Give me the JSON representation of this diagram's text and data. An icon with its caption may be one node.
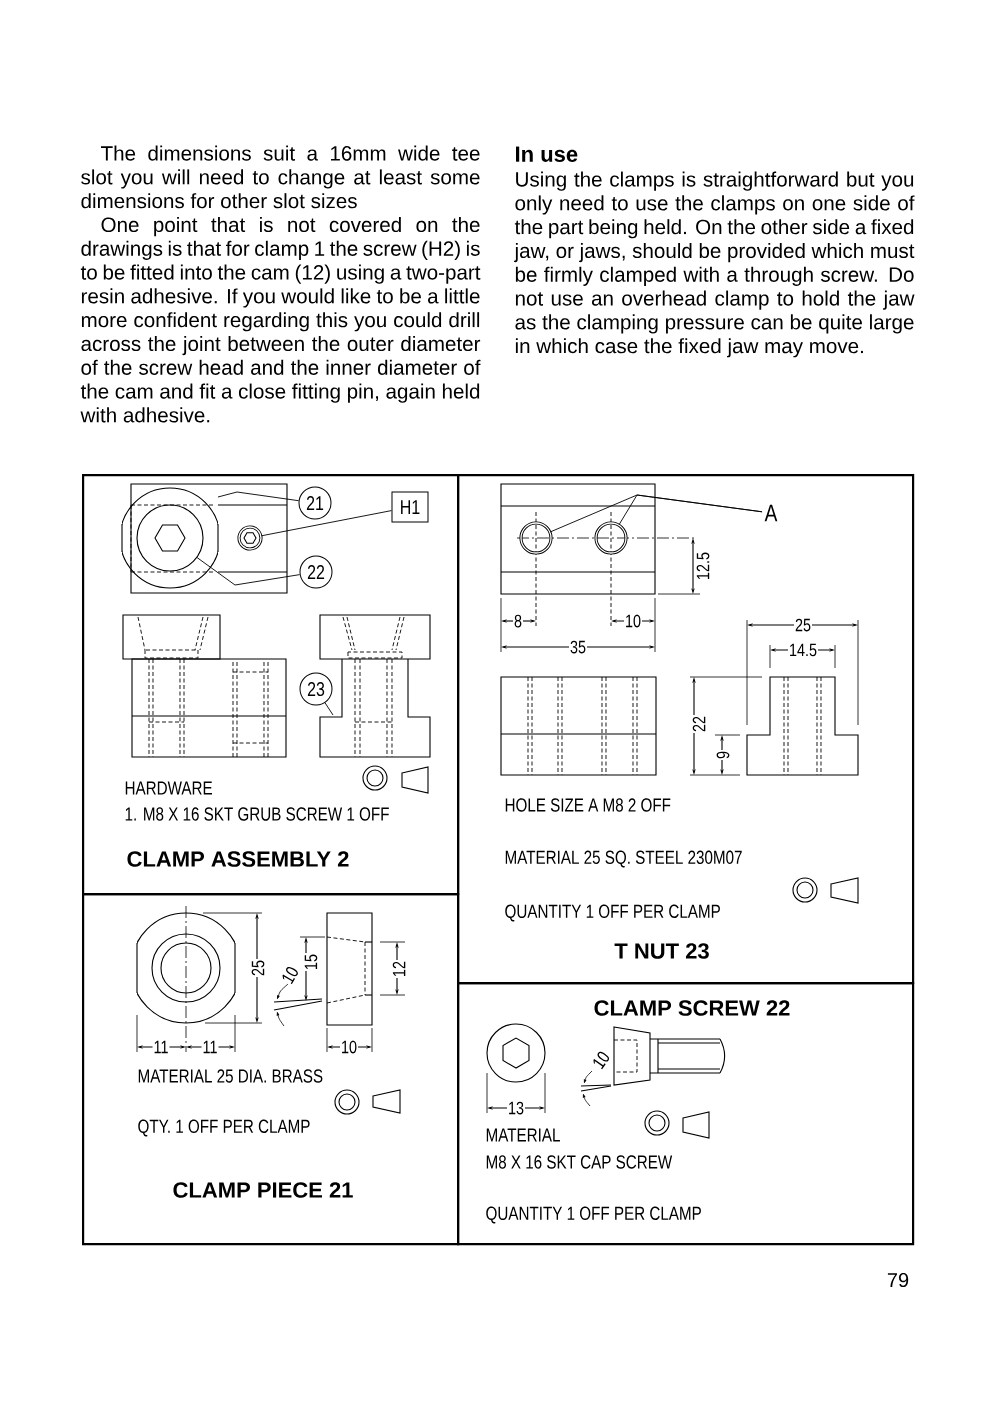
{
  "diagram": {
    "nodes": [
      {
        "text": [
          "HARDWARE",
          "1. M8 X 16 SKT GRUB SCREW 1 OFF",
          "CLAMP ASSEMBLY 2"
        ]
      },
      {
        "text": [
          "21"
        ],
        "in": 0
      },
      {
        "text": [
          "H1"
        ],
        "in": 0
      },
      {
        "text": [
          "22"
        ],
        "in": 0
      },
      {
        "text": [
          "23"
        ],
        "in": 0
      },
      {
        "text": [
          "HOLE SIZE A M8 2 OFF",
          "MATERIAL 25 SQ. STEEL 230M07",
          "QUANTITY 1 OFF PER CLAMP",
          "T NUT 23"
        ]
      },
      {
        "text": [
          "A"
        ],
        "in": 5
      },
      {
        "text": [
          "MATERIAL 25 DIA. BRASS",
          "QTY. 1 OFF PER CLAMP",
          "CLAMP PIECE 21"
        ]
      },
      {
        "text": [
          "CLAMP SCREW 22",
          "MATERIAL",
          "M8 X 16 SKT CAP SCREW",
          "QUANTITY 1 OFF PER CLAMP"
        ]
      },
      {
        "text": [],
        "shape": "circle",
        "in": 0
      },
      {
        "text": [],
        "shape": "circle",
        "in": 0
      },
      {
        "text": [],
        "shape": "circle",
        "in": 5
      },
      {
        "text": [],
        "shape": "circle",
        "in": 5
      }
    ],
    "edges": [
      {
        "from": 1,
        "to": null,
        "arrow": "none"
      },
      {
        "from": 2,
        "to": 10,
        "arrow": "none"
      },
      {
        "from": 3,
        "to": 9,
        "arrow": "none"
      },
      {
        "from": 4,
        "to": null,
        "arrow": "none"
      },
      {
        "from": 6,
        "to": 11,
        "arrow": "none"
      },
      {
        "from": 6,
        "to": 12,
        "arrow": "none"
      }
    ],
    "labels": [
      "The dimensions suit a 16mm wide tee slot you will need to change at least some dimensions for other slot sizes",
      "One point that is not covered on the drawings is that for clamp 1 the screw (H2) is to be fitted into the cam (12) using a two-part resin adhesive. If you would like to be a little more confident regarding this you could drill across the joint between the outer diameter of the screw head and the inner diameter of the cam and fit a close fitting pin, again held with adhesive.",
      "In use",
      "Using the clamps is straightforward but you only need to use the clamps on one side of the part being held. On the other side a fixed jaw, or jaws, should be provided which must be firmly clamped with a through screw. Do not use an overhead clamp to hold the jaw as the clamping pressure can be quite large in which case the fixed jaw may move.",
      "12.5",
      "8",
      "10",
      "35",
      "25",
      "14.5",
      "22",
      "9",
      "25",
      "10",
      "15",
      "12",
      "11",
      "11",
      "10",
      "10",
      "13",
      "79"
    ]
  }
}
